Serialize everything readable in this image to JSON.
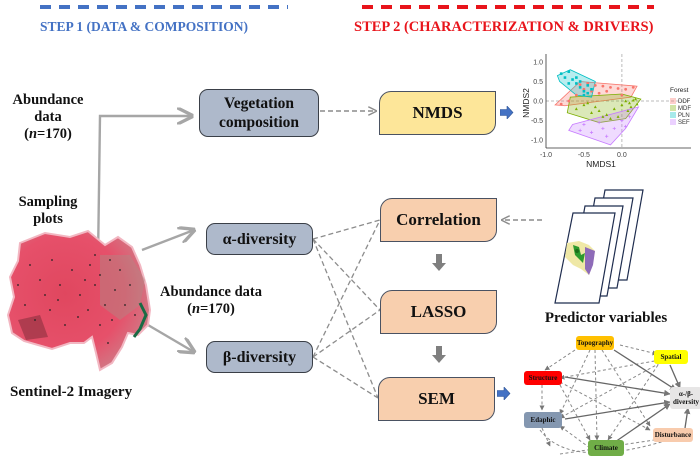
{
  "header": {
    "step1": {
      "title": "STEP 1 (DATA & COMPOSITION)",
      "color": "#4472c4"
    },
    "step2": {
      "title": "STEP 2 (CHARACTERIZATION & DRIVERS)",
      "color": "#e8141b"
    }
  },
  "left": {
    "abundance_top": {
      "line1": "Abundance",
      "line2": "data",
      "line3_prefix": "(",
      "line3_n": "n",
      "line3_suffix": "=170)"
    },
    "sampling": {
      "line1": "Sampling",
      "line2": "plots"
    },
    "abundance_mid": {
      "line1": "Abundance data",
      "line2_prefix": "(",
      "line2_n": "n",
      "line2_suffix": "=170)"
    },
    "imagery_label": "Sentinel-2 Imagery"
  },
  "boxes": {
    "vegetation": {
      "line1": "Vegetation",
      "line2": "composition"
    },
    "alpha": "α-diversity",
    "beta": "β-diversity",
    "nmds": "NMDS",
    "correlation": "Correlation",
    "lasso": "LASSO",
    "sem": "SEM"
  },
  "predictors": {
    "label": "Predictor variables"
  },
  "colors": {
    "step1_box": "#aeb9cb",
    "step2_box": "#f8cfae",
    "nmds_box": "#fde699",
    "arrow_gray": "#a6a6a6",
    "arrow_blue": "#4472c4"
  },
  "chart_data": {
    "type": "scatter",
    "title": "",
    "xlabel": "NMDS1",
    "ylabel": "NMDS2",
    "xlim": [
      -1.0,
      0.45
    ],
    "ylim": [
      -1.2,
      1.1
    ],
    "xticks": [
      "-1.0",
      "-0.5",
      "0.0"
    ],
    "yticks": [
      "1.0",
      "0.5",
      "0.0",
      "-0.5",
      "-1.0"
    ],
    "legend": {
      "title": "Forest",
      "position": "right",
      "entries": [
        "DDF",
        "MDF",
        "PLN",
        "SEF"
      ]
    },
    "series": [
      {
        "name": "DDF",
        "color": "#f8766d",
        "marker": "circle",
        "hull": [
          [
            -0.88,
            -0.1
          ],
          [
            -0.55,
            0.5
          ],
          [
            0.2,
            0.38
          ],
          [
            0.12,
            0.1
          ],
          [
            -0.75,
            -0.12
          ]
        ],
        "points": [
          [
            -0.55,
            0.42
          ],
          [
            -0.45,
            0.45
          ],
          [
            -0.35,
            0.4
          ],
          [
            -0.25,
            0.38
          ],
          [
            -0.15,
            0.35
          ],
          [
            -0.05,
            0.32
          ],
          [
            0.05,
            0.3
          ],
          [
            0.15,
            0.35
          ],
          [
            -0.7,
            0.0
          ],
          [
            -0.8,
            -0.08
          ],
          [
            -0.6,
            0.15
          ],
          [
            -0.4,
            0.25
          ],
          [
            -0.3,
            0.2
          ],
          [
            -0.5,
            0.3
          ],
          [
            -0.2,
            0.25
          ],
          [
            0.0,
            0.15
          ]
        ]
      },
      {
        "name": "MDF",
        "color": "#7cae00",
        "marker": "triangle",
        "hull": [
          [
            -0.72,
            -0.3
          ],
          [
            -0.68,
            0.1
          ],
          [
            0.0,
            0.18
          ],
          [
            0.25,
            0.05
          ],
          [
            0.05,
            -0.45
          ],
          [
            -0.3,
            -0.55
          ]
        ],
        "points": [
          [
            -0.6,
            -0.2
          ],
          [
            -0.5,
            -0.1
          ],
          [
            -0.4,
            -0.3
          ],
          [
            -0.3,
            -0.25
          ],
          [
            -0.2,
            -0.35
          ],
          [
            -0.1,
            -0.2
          ],
          [
            0.0,
            -0.1
          ],
          [
            0.05,
            0.0
          ],
          [
            0.1,
            -0.05
          ],
          [
            0.15,
            0.02
          ],
          [
            0.2,
            -0.08
          ],
          [
            -0.05,
            -0.4
          ],
          [
            -0.15,
            -0.45
          ],
          [
            -0.25,
            -0.4
          ],
          [
            0.08,
            -0.25
          ],
          [
            -0.35,
            -0.15
          ],
          [
            0.12,
            -0.15
          ],
          [
            0.18,
            0.05
          ],
          [
            -0.45,
            -0.05
          ]
        ]
      },
      {
        "name": "PLN",
        "color": "#00bfc4",
        "marker": "square",
        "hull": [
          [
            -0.85,
            0.65
          ],
          [
            -0.68,
            0.8
          ],
          [
            -0.35,
            0.5
          ],
          [
            -0.4,
            0.1
          ],
          [
            -0.6,
            0.15
          ],
          [
            -0.82,
            0.5
          ]
        ],
        "points": [
          [
            -0.8,
            0.7
          ],
          [
            -0.75,
            0.6
          ],
          [
            -0.7,
            0.75
          ],
          [
            -0.65,
            0.55
          ],
          [
            -0.6,
            0.45
          ],
          [
            -0.55,
            0.35
          ],
          [
            -0.5,
            0.25
          ],
          [
            -0.45,
            0.2
          ],
          [
            -0.4,
            0.3
          ],
          [
            -0.7,
            0.45
          ],
          [
            -0.6,
            0.6
          ],
          [
            -0.5,
            0.15
          ],
          [
            -0.55,
            0.5
          ],
          [
            -0.45,
            0.4
          ]
        ]
      },
      {
        "name": "SEF",
        "color": "#c77cff",
        "marker": "plus",
        "hull": [
          [
            -0.7,
            -0.75
          ],
          [
            -0.65,
            -0.6
          ],
          [
            0.22,
            -0.15
          ],
          [
            0.05,
            -0.7
          ],
          [
            -0.15,
            -1.12
          ]
        ],
        "points": [
          [
            -0.5,
            -0.6
          ],
          [
            -0.4,
            -0.8
          ],
          [
            -0.3,
            -0.55
          ],
          [
            -0.2,
            -0.9
          ],
          [
            -0.1,
            -0.7
          ],
          [
            0.0,
            -0.5
          ],
          [
            0.1,
            -0.4
          ],
          [
            -0.55,
            -0.75
          ],
          [
            -0.25,
            -0.7
          ],
          [
            0.05,
            -0.65
          ]
        ]
      }
    ]
  },
  "sem_diagram": {
    "nodes": [
      {
        "id": "topography",
        "label": "Topography",
        "color": "#ffc000"
      },
      {
        "id": "spatial",
        "label": "Spatial",
        "color": "#ffff00"
      },
      {
        "id": "structure",
        "label": "Structure",
        "color": "#ff0000"
      },
      {
        "id": "diversity",
        "label": "α-/β-diversity",
        "color": "#e7e6e6"
      },
      {
        "id": "edaphic",
        "label": "Edaphic",
        "color": "#8497b0"
      },
      {
        "id": "disturbance",
        "label": "Disturbance",
        "color": "#f8cbad"
      },
      {
        "id": "climate",
        "label": "Climate",
        "color": "#70ad47"
      }
    ]
  }
}
